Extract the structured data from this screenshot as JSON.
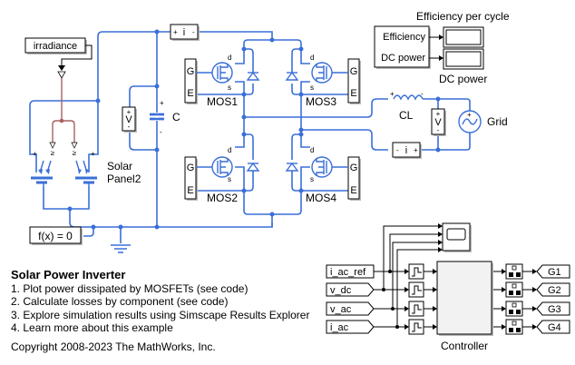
{
  "blocks": {
    "irradiance": "irradiance",
    "solar_panel": "Solar\nPanel2",
    "solar_panel_line1": "Solar",
    "solar_panel_line2": "Panel2",
    "solver": "f(x) = 0",
    "capacitor": "C",
    "voltage_sensor": "V",
    "current_sensor_top": "i",
    "current_sensor_bottom": "i",
    "mos1": "MOS1",
    "mos2": "MOS2",
    "mos3": "MOS3",
    "mos4": "MOS4",
    "gate_port_g": "G",
    "gate_port_e": "E",
    "drain": "d",
    "source": "s",
    "inductor": "CL",
    "grid": "Grid",
    "controller": "Controller",
    "efficiency_title": "Efficiency per cycle",
    "dc_power_label": "DC power",
    "meas_port_efficiency": "Efficiency",
    "meas_port_dc_power": "DC power"
  },
  "controller_inputs": [
    "i_ac_ref",
    "v_dc",
    "v_ac",
    "i_ac"
  ],
  "controller_outputs": [
    "G1",
    "G2",
    "G3",
    "G4"
  ],
  "from_tags": [
    "i_ac_ref",
    "v_dc",
    "v_ac",
    "i_ac"
  ],
  "goto_tags": [
    "G1",
    "G2",
    "G3",
    "G4"
  ],
  "annotation": {
    "title": "Solar Power Inverter",
    "items": [
      "1. Plot power dissipated by MOSFETs (see code)",
      "2. Calculate losses by component (see code)",
      "3. Explore simulation results using Simscape Results Explorer",
      "4. Learn more about this example"
    ],
    "copyright": "Copyright 2008-2023 The MathWorks, Inc."
  },
  "colors": {
    "physical_wire": "#3a6fd8",
    "ps_wire": "#a86060",
    "signal_wire": "#000000"
  }
}
